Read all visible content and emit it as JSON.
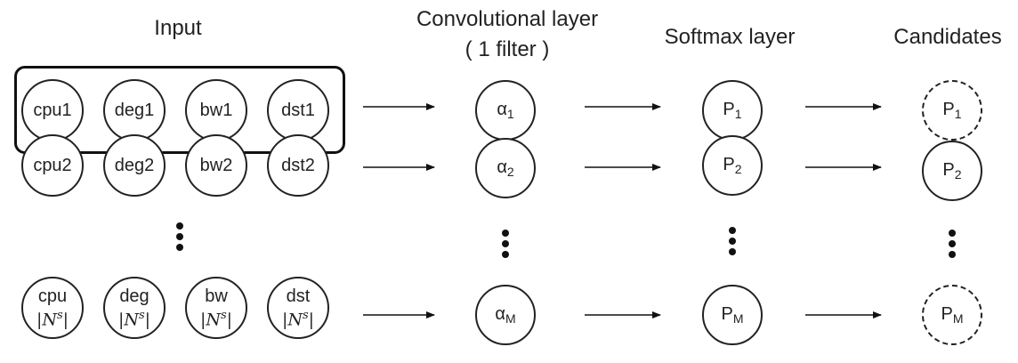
{
  "headers": {
    "input": "Input",
    "conv_line1": "Convolutional layer",
    "conv_line2": "( 1 filter )",
    "softmax": "Softmax layer",
    "candidates": "Candidates"
  },
  "input_rows": [
    [
      "cpu1",
      "deg1",
      "bw1",
      "dst1"
    ],
    [
      "cpu2",
      "deg2",
      "bw2",
      "dst2"
    ]
  ],
  "input_last_row": [
    {
      "top": "cpu",
      "bottom": "|N",
      "sup": "s",
      "close": "|"
    },
    {
      "top": "deg",
      "bottom": "|N",
      "sup": "s",
      "close": "|"
    },
    {
      "top": "bw",
      "bottom": "|N",
      "sup": "s",
      "close": "|"
    },
    {
      "top": "dst",
      "bottom": "|N",
      "sup": "s",
      "close": "|"
    }
  ],
  "conv_nodes": [
    {
      "base": "α",
      "sub": "1"
    },
    {
      "base": "α",
      "sub": "2"
    },
    {
      "base": "α",
      "sub": "M"
    }
  ],
  "softmax_nodes": [
    {
      "base": "P",
      "sub": "1"
    },
    {
      "base": "P",
      "sub": "2"
    },
    {
      "base": "P",
      "sub": "M"
    }
  ],
  "candidate_nodes": [
    {
      "base": "P",
      "sub": "1",
      "dashed": true
    },
    {
      "base": "P",
      "sub": "2",
      "dashed": false
    },
    {
      "base": "P",
      "sub": "M",
      "dashed": true
    }
  ]
}
